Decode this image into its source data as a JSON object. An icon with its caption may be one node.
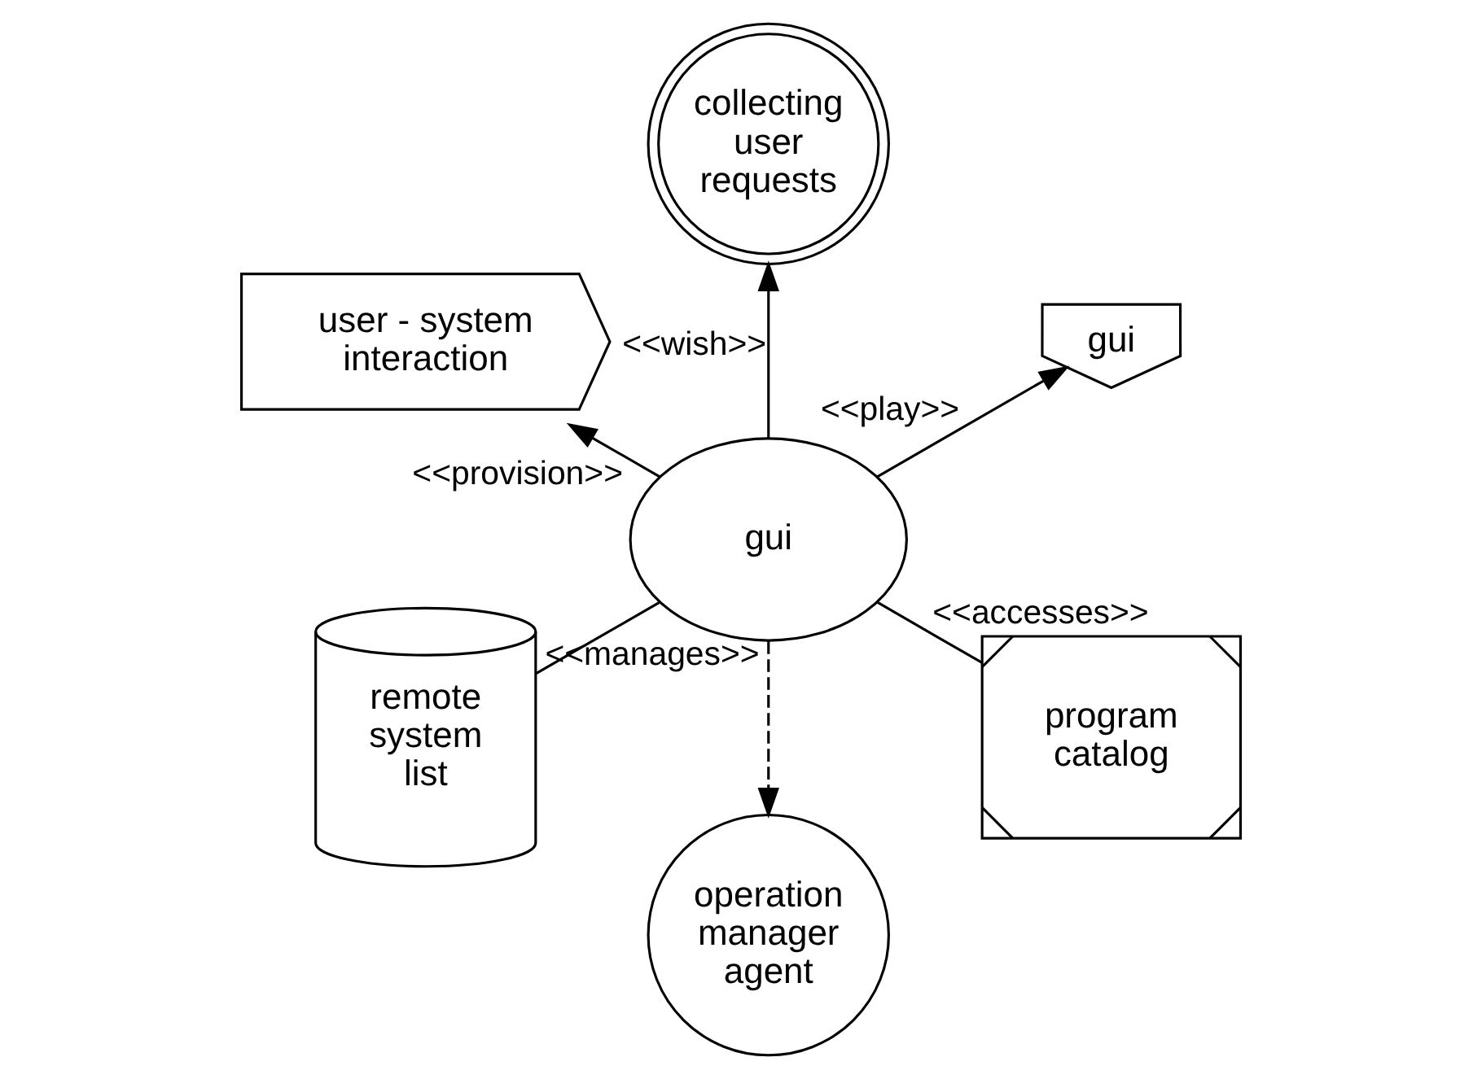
{
  "diagram": {
    "nodes": [
      {
        "text": [
          "gui"
        ]
      },
      {
        "text": [
          "collecting user requests"
        ]
      },
      {
        "text": [
          "program catalog"
        ]
      },
      {
        "text": [
          "gui"
        ]
      },
      {
        "text": [
          "user - system interaction"
        ]
      },
      {
        "text": [
          "remote system list"
        ]
      },
      {
        "text": [
          "operation manager agent"
        ]
      }
    ],
    "edges": [
      {
        "from": 3,
        "to": 0,
        "arrow": "to",
        "label": "<<play>>"
      },
      {
        "from": 3,
        "to": 1,
        "arrow": "to",
        "label": "<<wish>>"
      },
      {
        "from": 2,
        "to": 3,
        "arrow": "none",
        "label": "<<accesses>>"
      },
      {
        "from": 3,
        "to": 4,
        "arrow": "to",
        "label": "<<provision>>"
      },
      {
        "from": 3,
        "to": 5,
        "arrow": "none",
        "label": "<<manages>>"
      },
      {
        "from": 3,
        "to": 6,
        "arrow": "to",
        "style": "dashed"
      }
    ]
  }
}
